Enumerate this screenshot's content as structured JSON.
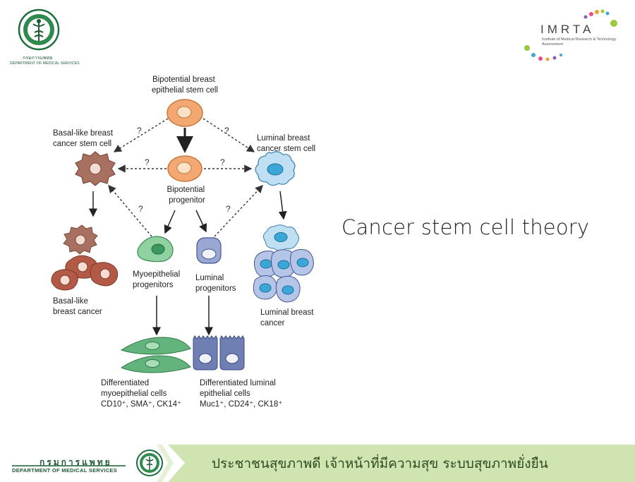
{
  "header": {
    "dept_logo_th": "กรมการแพทย",
    "dept_logo_en": "DEPARTMENT OF MEDICAL SERVICES",
    "imrta_name": "IMRTA",
    "imrta_subtitle": "Institute of Medical Research & Technology Assessment"
  },
  "slide": {
    "title": "Cancer stem cell theory"
  },
  "diagram": {
    "labels": {
      "bipotential_stem": [
        "Bipotential breast",
        "epithelial stem cell"
      ],
      "basal_stem": [
        "Basal-like breast",
        "cancer stem cell"
      ],
      "luminal_stem": [
        "Luminal breast",
        "cancer stem cell"
      ],
      "bipotential_progenitor": [
        "Bipotential",
        "progenitor"
      ],
      "myoepithelial_progenitors": [
        "Myoepithelial",
        "progenitors"
      ],
      "luminal_progenitors": [
        "Luminal",
        "progenitors"
      ],
      "basal_cancer": [
        "Basal-like",
        "breast cancer"
      ],
      "luminal_cancer": [
        "Luminal breast",
        "cancer"
      ],
      "diff_myo": [
        "Differentiated",
        "myoepithelial cells",
        "CD10⁺, SMA⁺, CK14⁺"
      ],
      "diff_luminal": [
        "Differentiated luminal",
        "epithelial cells",
        "Muc1⁺, CD24⁺, CK18⁺"
      ]
    },
    "question_mark": "?"
  },
  "footer": {
    "dept_th": "กรมการแพทย",
    "dept_en": "DEPARTMENT OF MEDICAL SERVICES",
    "motto": "ประชาชนสุขภาพดี เจ้าหน้าที่มีความสุข ระบบสุขภาพยั่งยืน"
  },
  "colors": {
    "stem_orange": "#f2a870",
    "basal_brown": "#a87060",
    "basal_red": "#b25a45",
    "luminal_blue": "#9ac9e6",
    "nucleus_blue": "#3aa7d7",
    "myo_green": "#73c08a",
    "lum_prog_navy": "#6f7fb3",
    "footer_green": "#cfe4b0",
    "dept_green": "#1d5a33"
  }
}
